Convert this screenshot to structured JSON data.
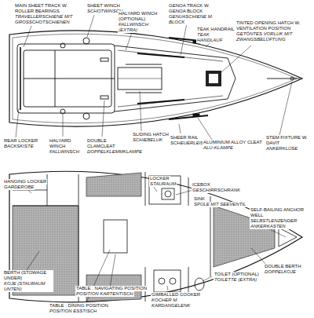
{
  "diagram": {
    "labels": [
      "MAIN SHEET TRACK W. ROLLER BEARINGS",
      "TRAVELLERSCHIENE MIT GROSSCHOTSCHIENEN",
      "SHEET WINCH",
      "SCHOTWINSCH",
      "HALYARD WINCH (OPTIONAL)",
      "FALLWINSCH (EXTRA)",
      "GENOA TRACK W. GENOA BLOCK",
      "GENUASCHIENE M. BLOCK",
      "TEAK HANDRAIL",
      "TEAK HANDLAUF",
      "TINTED OPENING HATCH W. VENTILATION POSITION",
      "GETÖNTES VORLUK MIT ZWANGSBELÜFTUNG",
      "REAR LOCKER",
      "BACKSKISTE",
      "HALYARD WINCH",
      "FALLWINSCH",
      "DOUBLE CLAMCLEAT",
      "DOPPELKLEMMKLAMPE",
      "SLIDING HATCH",
      "SCHIEBELUK",
      "SHEER RAIL",
      "SCHEUERLEISTE",
      "ALUMINIUM ALLOY CLEAT",
      "ALU-KLAMPE",
      "STEM FIXTURE W. DAVIT",
      "ANKERKLÜSE",
      "HANGING LOCKER",
      "GARDEROBE",
      "LOCKER",
      "STAURAUM",
      "ICEBOX",
      "GESCHIRRSCHRANK",
      "SINK",
      "SPÜLE MIT SEEVENTIL",
      "SELF-BAILING ANCHOR WELL",
      "SELBSTLENZENDER ANKERKASTEN",
      "BERTH (STOWAGE UNDER)",
      "KOJE (STAURAUM UNTEN)",
      "TABLE : NAVIGATING POSITION",
      "POSITION KARTENTISCH",
      "TABLE : DINING POSITION",
      "POSITION ESSTISCH",
      "GIMBALLED COOKER",
      "KOCHER M. KARDANGELENK",
      "TOILET (OPTIONAL)",
      "TOILETTE (EXTRA)",
      "DOUBLE BERTH",
      "DOPPELKOJE"
    ]
  }
}
